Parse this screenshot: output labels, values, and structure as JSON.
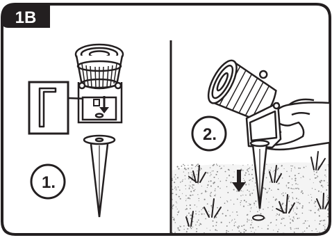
{
  "figure": {
    "tab_label": "1B",
    "step_one_label": "1.",
    "step_two_label": "2."
  },
  "colors": {
    "ink": "#231f20",
    "paper": "#ffffff",
    "tab_text": "#ffffff",
    "soil_speckle": "#8a8a8a"
  },
  "icons": {
    "hex_key": "allen-key-icon",
    "down_arrow": "down-arrow-icon"
  }
}
